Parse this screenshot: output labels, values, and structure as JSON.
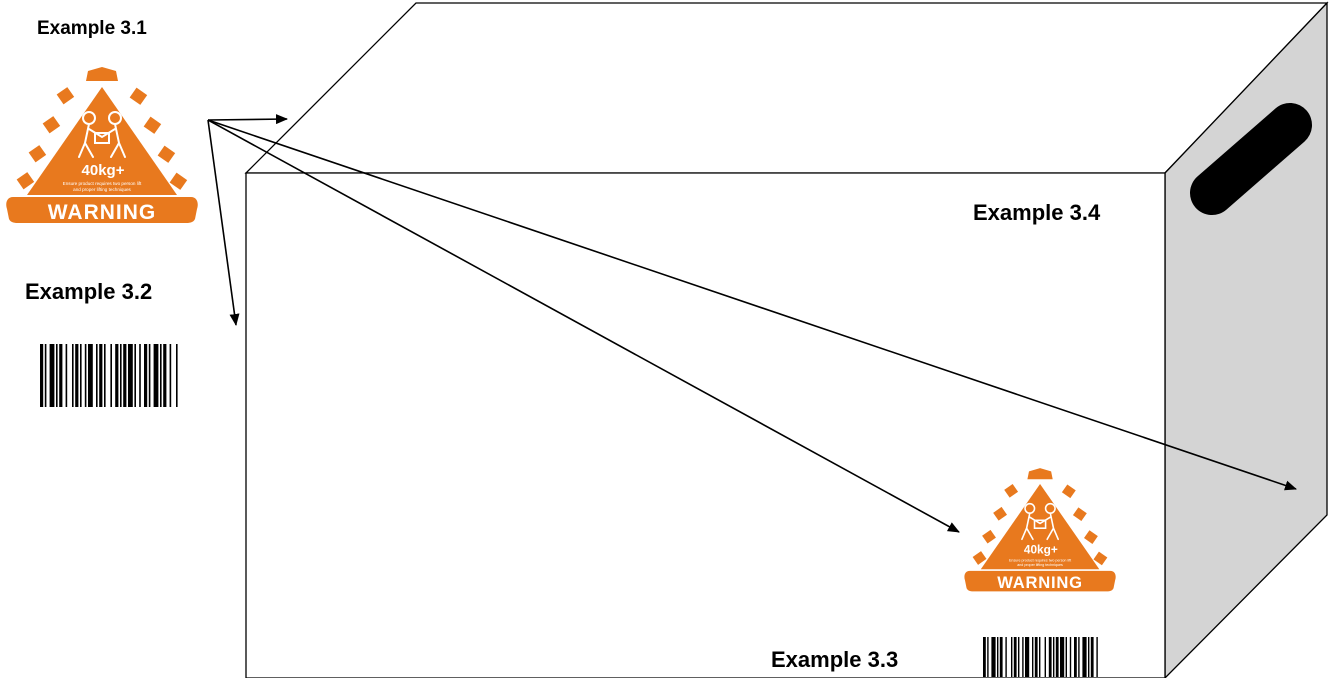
{
  "labels": {
    "example_3_1": "Example 3.1",
    "example_3_2": "Example 3.2",
    "example_3_3": "Example 3.3",
    "example_3_4": "Example 3.4"
  },
  "warning_label": {
    "weight_text": "40kg+",
    "fine_print_1": "Ensure product requires two person lift",
    "fine_print_2": "and proper lifting techniques",
    "banner_text": "WARNING",
    "icon": "two-person-lift-icon"
  },
  "colors": {
    "warning_orange": "#e8791e",
    "warning_text": "#ffffff",
    "box_side": "#d4d4d4",
    "handle": "#000000",
    "lines": "#000000"
  }
}
